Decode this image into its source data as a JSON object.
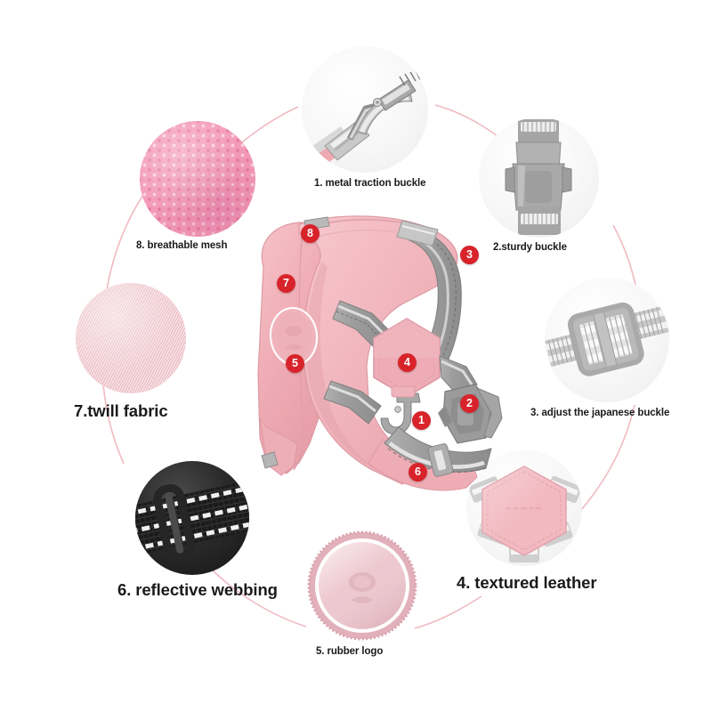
{
  "infographic": {
    "title": "Dog harness feature callout diagram",
    "product_name": "pink dog harness",
    "accent_color": "#d8232a",
    "connector_color": "#f0b9c2",
    "harness_pink": "#f2b3bb",
    "webbing_gray": "#9a9a9a"
  },
  "features": [
    {
      "number": "1",
      "label": "1. metal traction buckle",
      "swatch": "metal-traction-buckle-photo",
      "circle_bg": "#f7f7f7"
    },
    {
      "number": "2",
      "label": "2.sturdy buckle",
      "swatch": "sturdy-buckle-photo",
      "circle_bg": "#f7f7f7"
    },
    {
      "number": "3",
      "label": "3. adjust the japanese buckle",
      "swatch": "japanese-buckle-photo",
      "circle_bg": "#f7f7f7"
    },
    {
      "number": "4",
      "label": "4. textured leather",
      "swatch": "textured-leather-photo",
      "circle_bg": "#f7f7f7"
    },
    {
      "number": "5",
      "label": "5. rubber logo",
      "swatch": "rubber-logo-photo",
      "circle_bg": "#ffffff"
    },
    {
      "number": "6",
      "label": "6. reflective webbing",
      "swatch": "reflective-webbing-photo",
      "circle_bg": "#1d1d1d"
    },
    {
      "number": "7",
      "label": "7.twill fabric",
      "swatch": "twill-fabric-texture",
      "circle_bg": "#f7cdd3"
    },
    {
      "number": "8",
      "label": "8. breathable mesh",
      "swatch": "breathable-mesh-texture",
      "circle_bg": "#f49ab8"
    }
  ],
  "product_badges": [
    {
      "number": "1",
      "points_to": "metal traction buckle"
    },
    {
      "number": "2",
      "points_to": "sturdy buckle"
    },
    {
      "number": "3",
      "points_to": "adjust the japanese buckle"
    },
    {
      "number": "4",
      "points_to": "textured leather"
    },
    {
      "number": "5",
      "points_to": "rubber logo"
    },
    {
      "number": "6",
      "points_to": "reflective webbing"
    },
    {
      "number": "7",
      "points_to": "twill fabric"
    },
    {
      "number": "8",
      "points_to": "breathable mesh"
    }
  ]
}
